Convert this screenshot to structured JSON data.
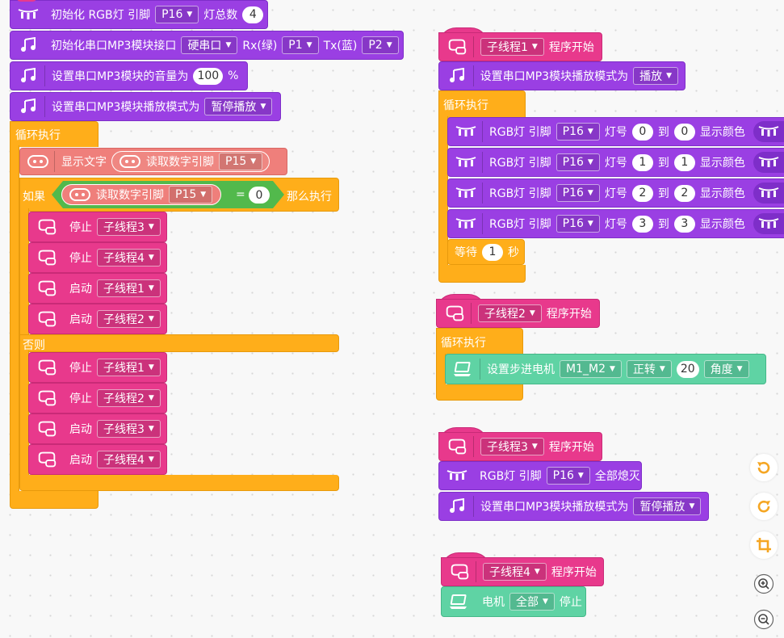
{
  "init_rgb": {
    "label": "初始化 RGB灯 引脚",
    "pin": "P16",
    "count_label": "灯总数",
    "count": "4"
  },
  "init_mp3": {
    "label": "初始化串口MP3模块接口",
    "port": "硬串口",
    "rx_label": "Rx(绿)",
    "rx_pin": "P1",
    "tx_label": "Tx(蓝)",
    "tx_pin": "P2"
  },
  "set_volume": {
    "label": "设置串口MP3模块的音量为",
    "value": "100",
    "unit": "%"
  },
  "set_mode_main": {
    "label": "设置串口MP3模块播放模式为",
    "mode": "暂停播放"
  },
  "main_loop": {
    "label": "循环执行",
    "show_text_label": "显示文字",
    "read_pin_label": "读取数字引脚",
    "read_pin": "P15",
    "if_label": "如果",
    "eq": "=",
    "eq_value": "0",
    "then_label": "那么执行",
    "else_label": "否则",
    "then_items": [
      {
        "action": "停止",
        "thread": "子线程3"
      },
      {
        "action": "停止",
        "thread": "子线程4"
      },
      {
        "action": "启动",
        "thread": "子线程1"
      },
      {
        "action": "启动",
        "thread": "子线程2"
      }
    ],
    "else_items": [
      {
        "action": "停止",
        "thread": "子线程1"
      },
      {
        "action": "停止",
        "thread": "子线程2"
      },
      {
        "action": "启动",
        "thread": "子线程3"
      },
      {
        "action": "启动",
        "thread": "子线程4"
      }
    ]
  },
  "thread1": {
    "thread": "子线程1",
    "start_label": "程序开始",
    "mode_label": "设置串口MP3模块播放模式为",
    "mode": "播放",
    "loop_label": "循环执行",
    "rgb_rows": [
      {
        "label": "RGB灯 引脚",
        "pin": "P16",
        "lamp_label": "灯号",
        "from": "0",
        "to_label": "到",
        "to": "0",
        "color_label": "显示颜色"
      },
      {
        "label": "RGB灯 引脚",
        "pin": "P16",
        "lamp_label": "灯号",
        "from": "1",
        "to_label": "到",
        "to": "1",
        "color_label": "显示颜色"
      },
      {
        "label": "RGB灯 引脚",
        "pin": "P16",
        "lamp_label": "灯号",
        "from": "2",
        "to_label": "到",
        "to": "2",
        "color_label": "显示颜色"
      },
      {
        "label": "RGB灯 引脚",
        "pin": "P16",
        "lamp_label": "灯号",
        "from": "3",
        "to_label": "到",
        "to": "3",
        "color_label": "显示颜色"
      }
    ],
    "wait_label": "等待",
    "wait_value": "1",
    "wait_unit": "秒"
  },
  "thread2": {
    "thread": "子线程2",
    "start_label": "程序开始",
    "loop_label": "循环执行",
    "stepper_label": "设置步进电机",
    "motor": "M1_M2",
    "direction": "正转",
    "angle": "20",
    "unit": "角度"
  },
  "thread3": {
    "thread": "子线程3",
    "start_label": "程序开始",
    "rgb_label": "RGB灯 引脚",
    "pin": "P16",
    "off_label": "全部熄灭",
    "mode_label": "设置串口MP3模块播放模式为",
    "mode": "暂停播放"
  },
  "thread4": {
    "thread": "子线程4",
    "start_label": "程序开始",
    "motor_label": "电机",
    "motor": "全部",
    "stop_label": "停止"
  },
  "colors": {
    "purple": "#9a3fe3",
    "pink": "#e8398c",
    "orange": "#ffae1a",
    "salmon": "#ef7f7b",
    "green": "#5fd3a4",
    "tool_orange": "#f5a623"
  },
  "tools": [
    "undo-icon",
    "redo-icon",
    "crop-icon",
    "zoom-in-icon",
    "zoom-out-icon"
  ]
}
